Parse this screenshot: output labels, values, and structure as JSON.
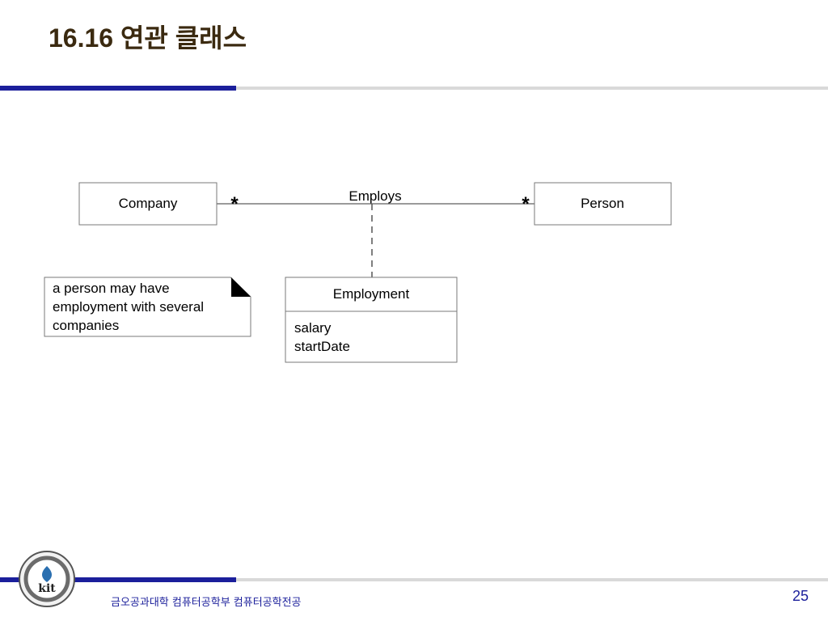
{
  "title": "16.16 연관 클래스",
  "diagram": {
    "company": "Company",
    "person": "Person",
    "association": "Employs",
    "multiplicity_left": "*",
    "multiplicity_right": "*",
    "association_class": {
      "name": "Employment",
      "attributes": [
        "salary",
        "startDate"
      ]
    },
    "note": [
      "a person may have",
      "employment with several",
      "companies"
    ]
  },
  "footer": {
    "department": "금오공과대학 컴퓨터공학부 컴퓨터공학전공",
    "page": "25",
    "logo_text": "kit"
  },
  "colors": {
    "accent_blue": "#1b1f9b",
    "rule_grey": "#d9d9d9",
    "title_brown": "#3b2a10"
  }
}
